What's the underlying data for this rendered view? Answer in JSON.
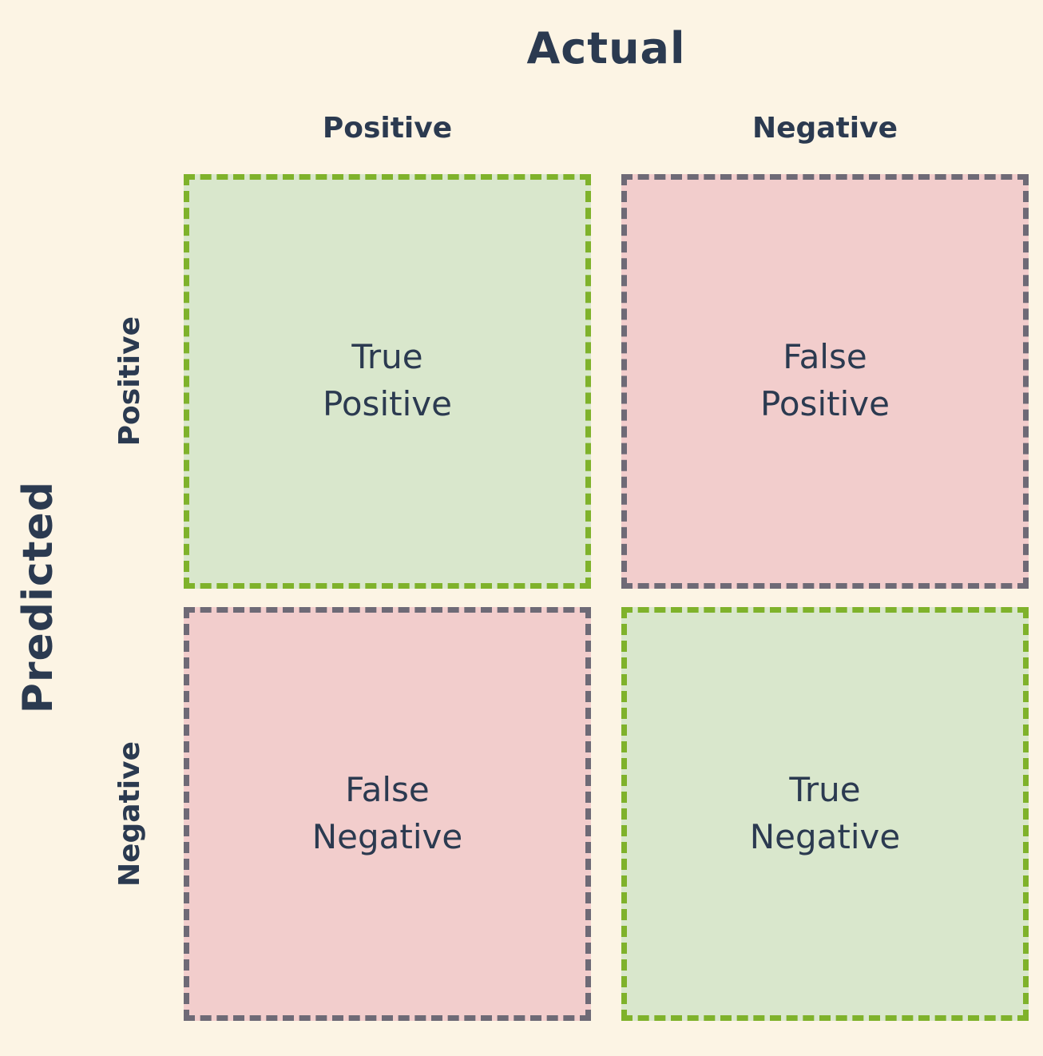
{
  "title": "Actual",
  "side_title": "Predicted",
  "column_labels": [
    "Positive",
    "Negative"
  ],
  "row_labels": [
    "Positive",
    "Negative"
  ],
  "cells": [
    {
      "id": "true-positive",
      "line1": "True",
      "line2": "Positive",
      "variant": "green"
    },
    {
      "id": "false-positive",
      "line1": "False",
      "line2": "Positive",
      "variant": "pink"
    },
    {
      "id": "false-negative",
      "line1": "False",
      "line2": "Negative",
      "variant": "pink"
    },
    {
      "id": "true-negative",
      "line1": "True",
      "line2": "Negative",
      "variant": "green"
    }
  ],
  "colors": {
    "background": "#FCF4E4",
    "text": "#2B3A50",
    "green-fill": "#D9E7CC",
    "green-border": "#7FB22B",
    "pink-fill": "#F2CDCC",
    "gray-border": "#6E6A76"
  }
}
